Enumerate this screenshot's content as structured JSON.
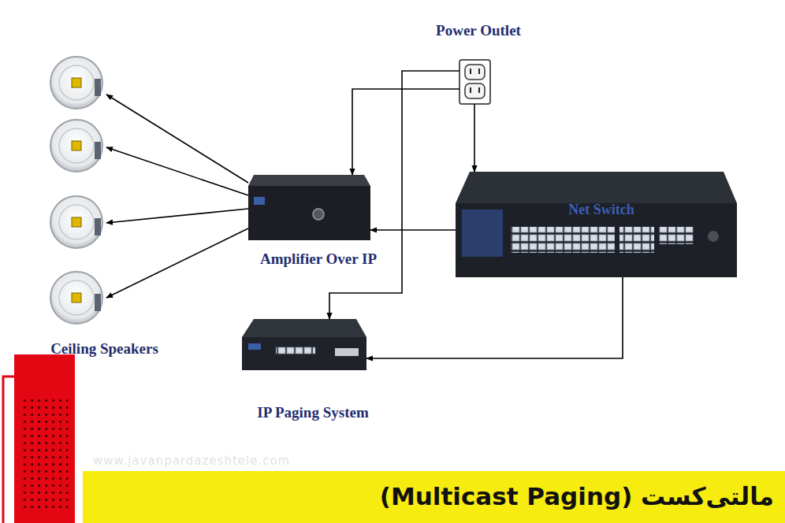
{
  "diagram": {
    "caption": "مالتی‌کست (Multicast Paging)",
    "nodes": [
      {
        "text": [
          "Power Outlet"
        ]
      },
      {
        "text": [
          "Ceiling Speakers"
        ]
      },
      {
        "text": [
          "Amplifier Over IP"
        ]
      },
      {
        "text": [
          "Net Switch"
        ]
      },
      {
        "text": [
          "IP Paging System"
        ]
      }
    ],
    "edges": [
      {
        "from": 0,
        "to": 2,
        "arrow": "to"
      },
      {
        "from": 0,
        "to": 3,
        "arrow": "to"
      },
      {
        "from": 0,
        "to": 4,
        "arrow": "to"
      },
      {
        "from": 3,
        "to": 2,
        "arrow": "to"
      },
      {
        "from": 3,
        "to": 4,
        "arrow": "to"
      },
      {
        "from": 2,
        "to": 1,
        "arrow": "to"
      },
      {
        "from": 2,
        "to": 1,
        "arrow": "to"
      },
      {
        "from": 2,
        "to": 1,
        "arrow": "to"
      },
      {
        "from": 2,
        "to": 1,
        "arrow": "to"
      }
    ],
    "labels": [
      "www.javanpardazeshtele.com"
    ]
  }
}
